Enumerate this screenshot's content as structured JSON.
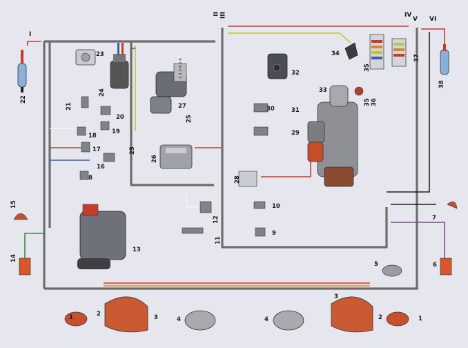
{
  "diagram": {
    "colors": {
      "background": "#e6e7ee",
      "harness": "#6c6c6c",
      "wire_red": "#c83a2a",
      "wire_yellow": "#c9c33a",
      "wire_blue": "#3b5fa8",
      "wire_green": "#3f8a3f",
      "wire_black": "#1f1f1f",
      "wire_white": "#f4f4f4",
      "wire_brown": "#8a5a2c",
      "wire_orange": "#d8862a",
      "wire_violet": "#7e4b8e"
    },
    "harness_labels": {
      "I": "I",
      "II": "II",
      "III": "III",
      "IV": "IV",
      "V": "V",
      "VI": "VI"
    },
    "component_labels": {
      "c1_left": "1",
      "c1_right": "1",
      "c2_left": "2",
      "c2_right": "2",
      "c3_left": "3",
      "c3_right": "3",
      "c4_left": "4",
      "c4_right": "4",
      "c5": "5",
      "c6": "6",
      "c7": "7",
      "c8": "8",
      "c9": "9",
      "c10": "10",
      "c11": "11",
      "c12": "12",
      "c13": "13",
      "c14": "14",
      "c15": "15",
      "c16": "16",
      "c17": "17",
      "c18": "18",
      "c19": "19",
      "c20": "20",
      "c21": "21",
      "c22": "22",
      "c23": "23",
      "c24": "24",
      "c25a": "25",
      "c25b": "25",
      "c26": "26",
      "c27": "27",
      "c28": "28",
      "c29": "29",
      "c30": "30",
      "c31": "31",
      "c32": "32",
      "c33": "33",
      "c34": "34",
      "c35a": "35",
      "c35b": "35",
      "c36": "36",
      "c37": "37",
      "c38": "38"
    },
    "module_pins": "1 2 3 4 5 6"
  }
}
